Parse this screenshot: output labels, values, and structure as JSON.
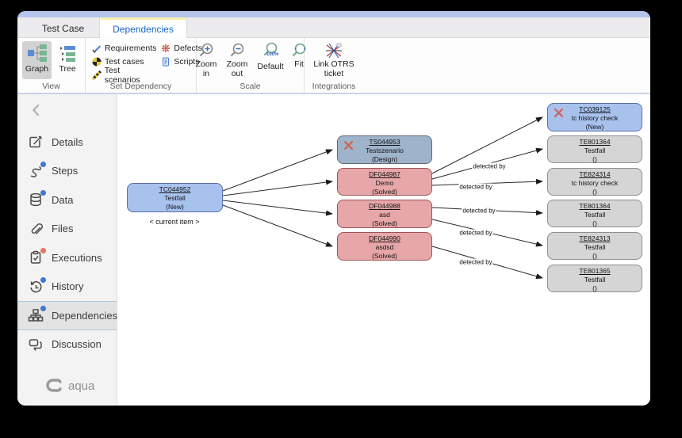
{
  "tabs": {
    "test_case": "Test Case",
    "dependencies": "Dependencies"
  },
  "ribbon": {
    "view": {
      "label": "View",
      "graph": "Graph",
      "tree": "Tree"
    },
    "set_dependency": {
      "label": "Set Dependency",
      "requirements": "Requirements",
      "test_cases": "Test cases",
      "test_scenarios": "Test scenarios",
      "defects": "Defects",
      "scripts": "Scripts"
    },
    "scale": {
      "label": "Scale",
      "zoom_in": "Zoom in",
      "zoom_out": "Zoom out",
      "default": "Default",
      "default_badge": "100%",
      "fit": "Fit"
    },
    "integrations": {
      "label": "Integrations",
      "link_otrs": "Link OTRS ticket"
    }
  },
  "sidebar": {
    "items": [
      {
        "label": "Details"
      },
      {
        "label": "Steps",
        "badge": "blue"
      },
      {
        "label": "Data",
        "badge": "blue"
      },
      {
        "label": "Files"
      },
      {
        "label": "Executions",
        "badge": "red"
      },
      {
        "label": "History",
        "badge": "blue"
      },
      {
        "label": "Dependencies",
        "badge": "blue",
        "selected": true
      },
      {
        "label": "Discussion"
      }
    ],
    "brand": "aqua"
  },
  "graph": {
    "current_item_label": "< current item >",
    "edge_label": "detected by",
    "nodes": [
      {
        "id": "TC044952",
        "name": "Testfall",
        "status": "(New)",
        "type": "blue",
        "current": true
      },
      {
        "id": "TS044953",
        "name": "Testszenario",
        "status": "(Design)",
        "type": "steel",
        "removable": true
      },
      {
        "id": "DF044987",
        "name": "Demo",
        "status": "(Solved)",
        "type": "pink"
      },
      {
        "id": "DF044988",
        "name": "asd",
        "status": "(Solved)",
        "type": "pink"
      },
      {
        "id": "DF044990",
        "name": "asdsd",
        "status": "(Solved)",
        "type": "pink"
      },
      {
        "id": "TC039125",
        "name": "tc history check",
        "status": "(New)",
        "type": "blue",
        "removable": true
      },
      {
        "id": "TE801364",
        "name": "Testfall",
        "status": "()",
        "type": "gray"
      },
      {
        "id": "TE824314",
        "name": "tc history check",
        "status": "()",
        "type": "gray"
      },
      {
        "id": "TE801364",
        "name": "Testfall",
        "status": "()",
        "type": "gray"
      },
      {
        "id": "TE824313",
        "name": "Testfall",
        "status": "()",
        "type": "gray"
      },
      {
        "id": "TE801365",
        "name": "Testfall",
        "status": "()",
        "type": "gray"
      }
    ]
  },
  "colors": {
    "node_blue": "#a8c2ee",
    "node_steel": "#9fb4ca",
    "node_pink": "#e7a7a9",
    "node_gray": "#d5d5d5",
    "accent_tab": "#1565c8",
    "tab_highlight": "#f7f0ad",
    "badge_blue": "#3f78d0",
    "badge_red": "#e4765e",
    "remove_x": "#d2604e"
  }
}
